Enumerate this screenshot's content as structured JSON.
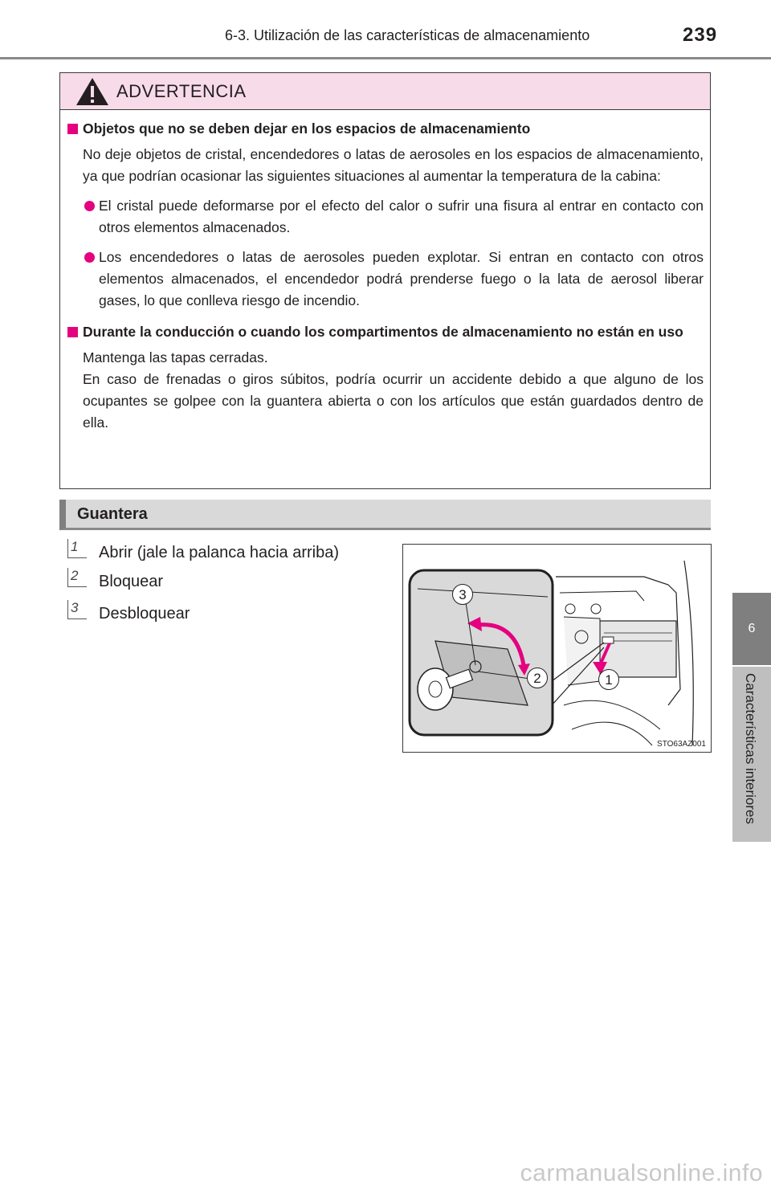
{
  "header": {
    "title": "6-3. Utilización de las características de almacenamiento",
    "page_number": "239"
  },
  "side_tab": {
    "chapter_number": "6",
    "chapter_title": "Características interiores"
  },
  "warning": {
    "title": "ADVERTENCIA",
    "heading1": "Objetos que no se deben dejar en los espacios de almacenamiento",
    "para1": "No deje objetos de cristal, encendedores o latas de aerosoles en los espacios de almacenamiento, ya que podrían ocasionar las siguientes situaciones al aumentar la temperatura de la cabina:",
    "bullet1": "El cristal puede deformarse por el efecto del calor o sufrir una fisura al entrar en contacto con otros elementos almacenados.",
    "bullet2": "Los encendedores o latas de aerosoles pueden explotar. Si entran en contacto con otros elementos almacenados, el encendedor podrá prenderse fuego o la lata de aerosol liberar gases, lo que conlleva riesgo de incendio.",
    "heading2": "Durante la conducción o cuando los compartimentos de almacenamiento no están en uso",
    "para2a": "Mantenga las tapas cerradas.",
    "para2b": "En caso de frenadas o giros súbitos, podría ocurrir un accidente debido a que alguno de los ocupantes se golpee con la guantera abierta o con los artículos que están guardados dentro de ella."
  },
  "section": {
    "title": "Guantera"
  },
  "steps": [
    {
      "num": "1",
      "label": "Abrir (jale la palanca hacia arriba)"
    },
    {
      "num": "2",
      "label": "Bloquear"
    },
    {
      "num": "3",
      "label": "Desbloquear"
    }
  ],
  "figure": {
    "code": "STO63AZ001",
    "callouts": [
      "3",
      "2",
      "1"
    ]
  },
  "watermark": "carmanualsonline.info"
}
